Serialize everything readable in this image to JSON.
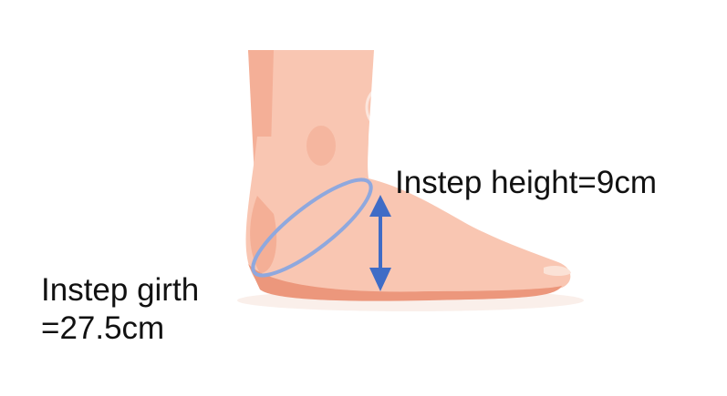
{
  "labels": {
    "instep_height": "Instep height=9cm",
    "instep_girth_line1": "Instep girth",
    "instep_girth_line2": "=27.5cm"
  },
  "colors": {
    "skin_light": "#F9C6B2",
    "skin_mid": "#F4AF97",
    "skin_dark": "#EC977C",
    "girth_ring": "#8FA8DE",
    "height_arrow": "#3F6CC6",
    "text": "#111111"
  },
  "icons": {
    "foot": "foot-illustration",
    "ring": "girth-ellipse",
    "arrow": "double-headed-arrow"
  }
}
